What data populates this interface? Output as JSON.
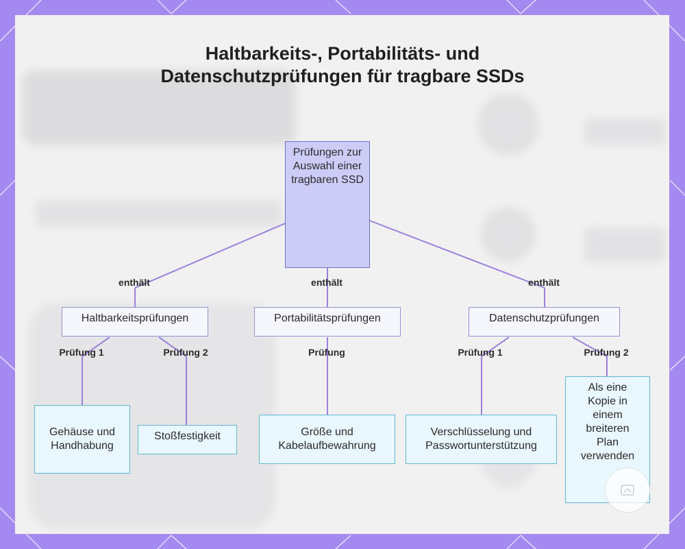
{
  "title": "Haltbarkeits-, Portabilitäts- und Datenschutzprüfungen für tragbare SSDs",
  "root": {
    "label": "Prüfungen zur Auswahl einer tragbaren SSD"
  },
  "edges": {
    "contains_left": "enthält",
    "contains_mid": "enthält",
    "contains_right": "enthält",
    "check1_left": "Prüfung 1",
    "check2_left": "Prüfung 2",
    "check_mid": "Prüfung",
    "check1_right": "Prüfung 1",
    "check2_right": "Prüfung 2"
  },
  "categories": {
    "durability": "Haltbarkeitsprüfungen",
    "portability": "Portabilitätsprüfungen",
    "privacy": "Datenschutzprüfungen"
  },
  "leaves": {
    "housing": "Gehäuse und Handhabung",
    "shock": "Stoßfestigkeit",
    "size": "Größe und Kabelaufbewahrung",
    "encryption": "Verschlüsselung und Passwortunterstützung",
    "copy": "Als eine Kopie in einem breiteren Plan verwenden"
  },
  "colors": {
    "frame": "#a48af0",
    "root_fill": "#ccccf7",
    "category_fill": "#f6f6fd",
    "leaf_fill": "#e9f7fe",
    "edge": "#9b80dc"
  }
}
